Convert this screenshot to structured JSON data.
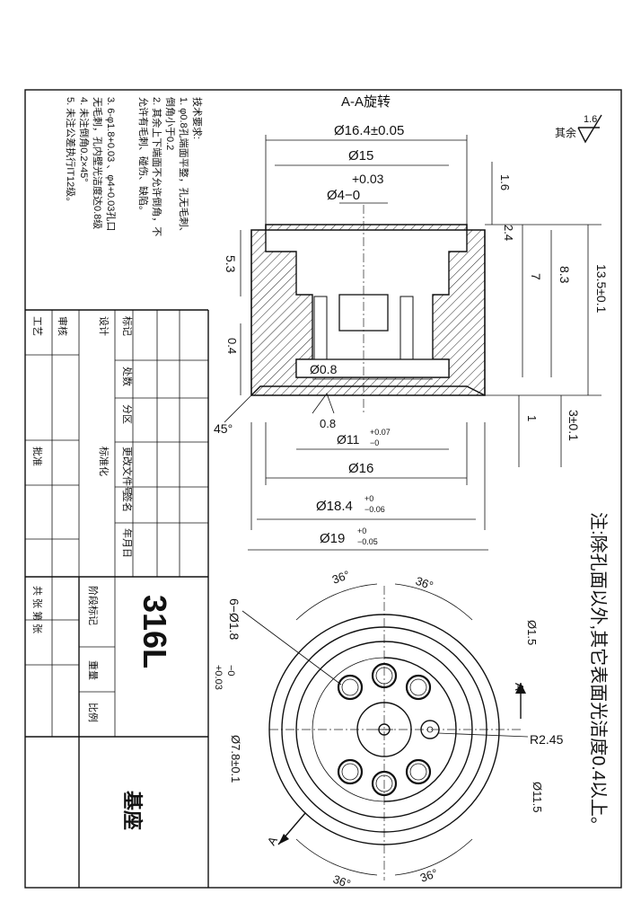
{
  "section": {
    "title": "A-A旋转"
  },
  "roughness": {
    "label": "其余",
    "value": "1.6"
  },
  "tech": {
    "heading": "技术要求:",
    "items": [
      "1. φ0.8孔端面平整，孔无毛刺、",
      "倒角小于0.2",
      "2. 其余上下端面不允许倒角，不",
      "允许有毛刺、碰伤、缺陷。",
      "3. 6-φ1.8+0.03   、φ4+0.03孔口",
      "无毛刺，孔内壁光洁度达0.8级",
      "4. 未注倒角0.2×45°",
      "5. 未注公差执行IT12级。"
    ]
  },
  "dims": {
    "d16_4": "Ø16.4±0.05",
    "d15": "Ø15",
    "d4_tol": "+0.03",
    "d4": "Ø4−0",
    "d0_8": "Ø0.8",
    "r0_8": "0.8",
    "d11_main": "Ø11",
    "d11_upper": "+0.07",
    "d11_lower": "−0",
    "d16": "Ø16",
    "d18_4_main": "Ø18.4",
    "d18_4_upper": "+0",
    "d18_4_lower": "−0.06",
    "d19_main": "Ø19",
    "d19_upper": "+0",
    "d19_lower": "−0.05",
    "v1_6": "1.6",
    "v2_4": "2.4",
    "v7": "7",
    "v8_3": "8.3",
    "v13_5": "13.5±0.1",
    "v5_3": "5.3",
    "v0_4": "0.4",
    "v45": "45°",
    "v1": "1",
    "v3": "3±0.1"
  },
  "plan": {
    "a36": "36°",
    "holes_main": "6−Ø1.8",
    "holes_tol_upper": "+0.03",
    "holes_tol_lower": "−0",
    "d1_5": "Ø1.5",
    "r2_45": "R2.45",
    "d7_8": "Ø7.8±0.1",
    "d11_5": "Ø11.5",
    "label_a": "A"
  },
  "title_block": {
    "part_number": "316L",
    "part_name": "基座",
    "rows": [
      "标记",
      "处数",
      "分区",
      "更改文件号",
      "签名",
      "年月日"
    ],
    "designer": "设计",
    "checker": "审核",
    "process": "工艺",
    "standard": "标准化",
    "approve": "批准",
    "stage": "阶段标记",
    "weight": "重量",
    "scale": "比例",
    "sheets": "共  张  第  张"
  },
  "note": "注:除孔面以外,其它表面光洁度0.4以上。"
}
